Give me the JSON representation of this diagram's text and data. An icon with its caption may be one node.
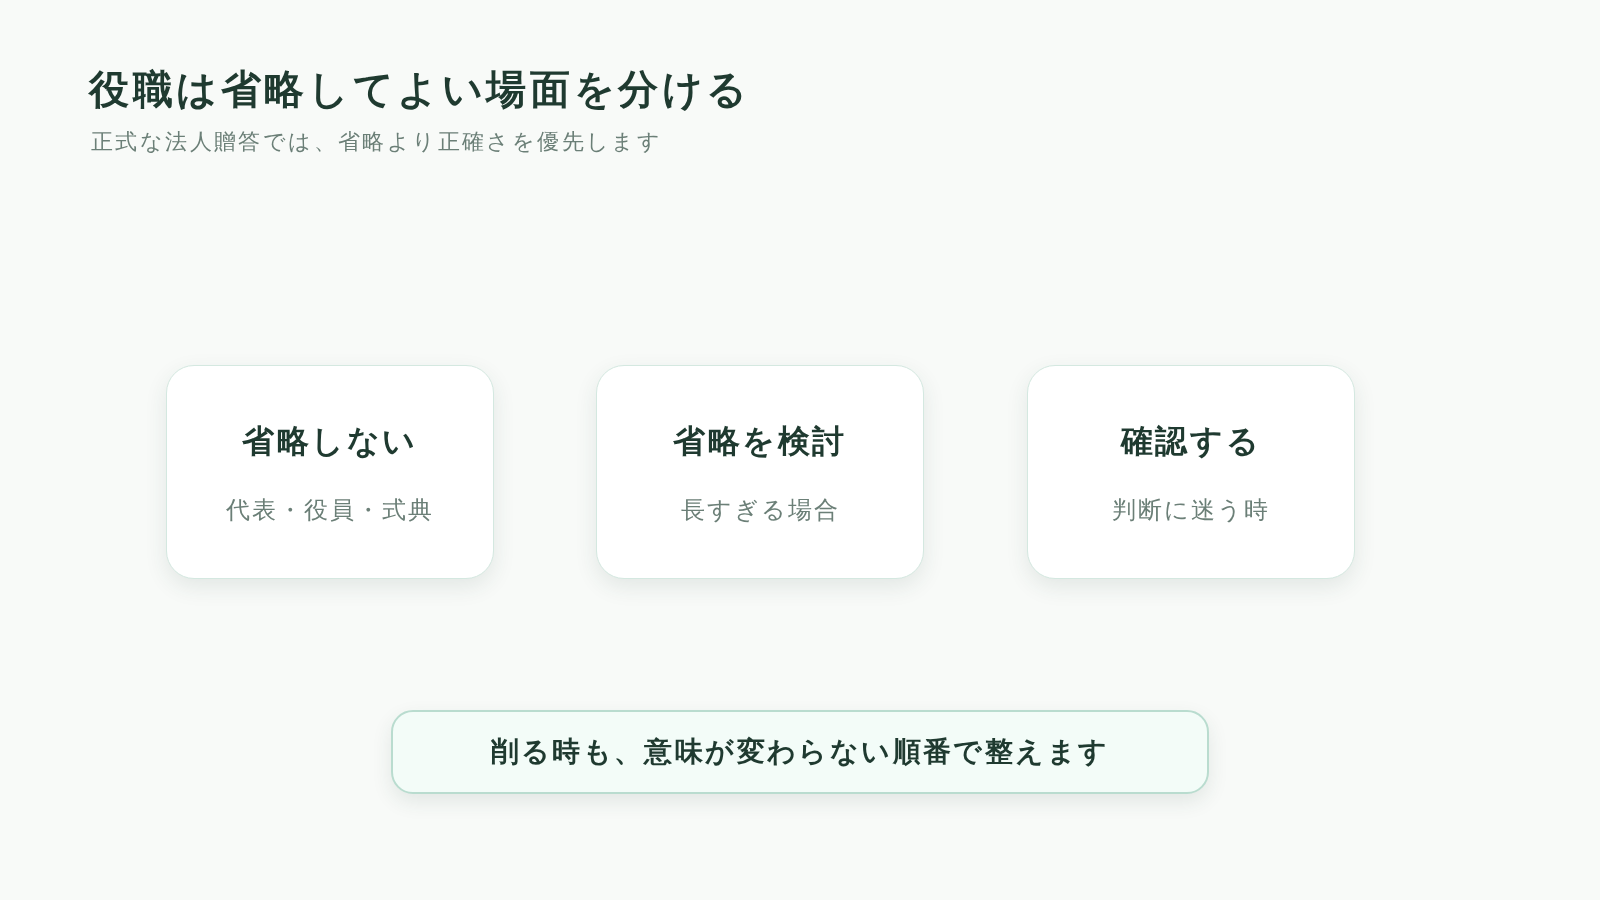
{
  "diagram": {
    "title": "役職は省略してよい場面を分ける",
    "nodes": [
      {
        "text": [
          "省略しない",
          "代表・役員・式典"
        ]
      },
      {
        "text": [
          "省略を検討",
          "長すぎる場合"
        ]
      },
      {
        "text": [
          "確認する",
          "判断に迷う時"
        ]
      },
      {
        "text": [
          "削る時も、意味が変わらない順番で整えます"
        ]
      }
    ],
    "labels": [
      "正式な法人贈答では、省略より正確さを優先します"
    ]
  }
}
